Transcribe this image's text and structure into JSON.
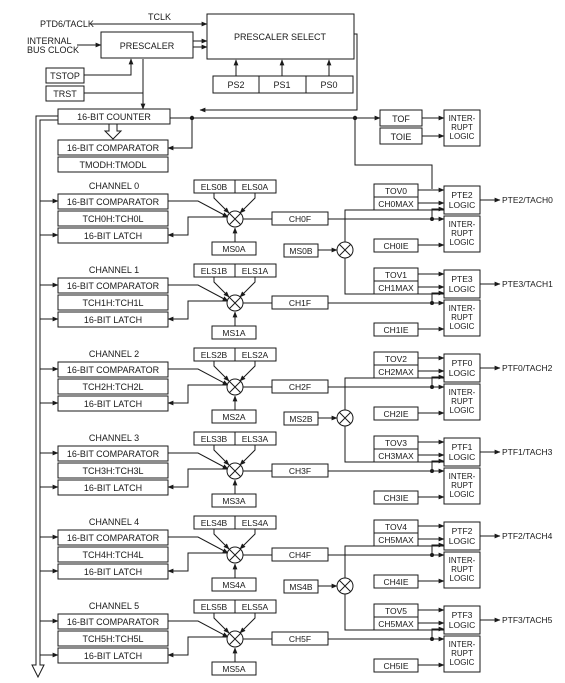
{
  "inputs": {
    "ptd6_tacl": "PTD6/TACLK",
    "tclk": "TCLK",
    "internal": "INTERNAL",
    "bus_clock": "BUS CLOCK"
  },
  "blocks": {
    "prescaler": "PRESCALER",
    "prescaler_select": "PRESCALER SELECT",
    "ps2": "PS2",
    "ps1": "PS1",
    "ps0": "PS0",
    "tstop": "TSTOP",
    "trst": "TRST",
    "counter": "16-BIT COUNTER",
    "comparator": "16-BIT COMPARATOR",
    "modulo": "TMODH:TMODL",
    "tof": "TOF",
    "toie": "TOIE",
    "interrupt_logic": [
      "INTER-",
      "RUPT",
      "LOGIC"
    ]
  },
  "channels": [
    {
      "title": "CHANNEL 0",
      "comparator": "16-BIT COMPARATOR",
      "register": "TCH0H:TCH0L",
      "latch": "16-BIT LATCH",
      "elsb": "ELS0B",
      "elsa": "ELS0A",
      "ms": "MS0A",
      "flag": "CH0F",
      "tov": "TOV0",
      "max": "CH0MAX",
      "ie": "CH0IE",
      "pin_logic": [
        "PTE2",
        "LOGIC"
      ],
      "pin": "PTE2/TACH0"
    },
    {
      "title": "CHANNEL 1",
      "comparator": "16-BIT COMPARATOR",
      "register": "TCH1H:TCH1L",
      "latch": "16-BIT LATCH",
      "elsb": "ELS1B",
      "elsa": "ELS1A",
      "ms": "MS1A",
      "flag": "CH1F",
      "tov": "TOV1",
      "max": "CH1MAX",
      "ie": "CH1IE",
      "pin_logic": [
        "PTE3",
        "LOGIC"
      ],
      "pin": "PTE3/TACH1"
    },
    {
      "title": "CHANNEL 2",
      "comparator": "16-BIT COMPARATOR",
      "register": "TCH2H:TCH2L",
      "latch": "16-BIT LATCH",
      "elsb": "ELS2B",
      "elsa": "ELS2A",
      "ms": "MS2A",
      "flag": "CH2F",
      "tov": "TOV2",
      "max": "CH2MAX",
      "ie": "CH2IE",
      "pin_logic": [
        "PTF0",
        "LOGIC"
      ],
      "pin": "PTF0/TACH2"
    },
    {
      "title": "CHANNEL 3",
      "comparator": "16-BIT COMPARATOR",
      "register": "TCH3H:TCH3L",
      "latch": "16-BIT LATCH",
      "elsb": "ELS3B",
      "elsa": "ELS3A",
      "ms": "MS3A",
      "flag": "CH3F",
      "tov": "TOV3",
      "max": "CH3MAX",
      "ie": "CH3IE",
      "pin_logic": [
        "PTF1",
        "LOGIC"
      ],
      "pin": "PTF1/TACH3"
    },
    {
      "title": "CHANNEL 4",
      "comparator": "16-BIT COMPARATOR",
      "register": "TCH4H:TCH4L",
      "latch": "16-BIT LATCH",
      "elsb": "ELS4B",
      "elsa": "ELS4A",
      "ms": "MS4A",
      "flag": "CH4F",
      "tov": "TOV4",
      "max": "CH5MAX",
      "ie": "CH4IE",
      "pin_logic": [
        "PTF2",
        "LOGIC"
      ],
      "pin": "PTF2/TACH4"
    },
    {
      "title": "CHANNEL 5",
      "comparator": "16-BIT COMPARATOR",
      "register": "TCH5H:TCH5L",
      "latch": "16-BIT LATCH",
      "elsb": "ELS5B",
      "elsa": "ELS5A",
      "ms": "MS5A",
      "flag": "CH5F",
      "tov": "TOV5",
      "max": "CH5MAX",
      "ie": "CH5IE",
      "pin_logic": [
        "PTF3",
        "LOGIC"
      ],
      "pin": "PTF3/TACH5"
    }
  ],
  "buffered_modes": [
    {
      "label": "MS0B"
    },
    {
      "label": "MS2B"
    },
    {
      "label": "MS4B"
    }
  ]
}
